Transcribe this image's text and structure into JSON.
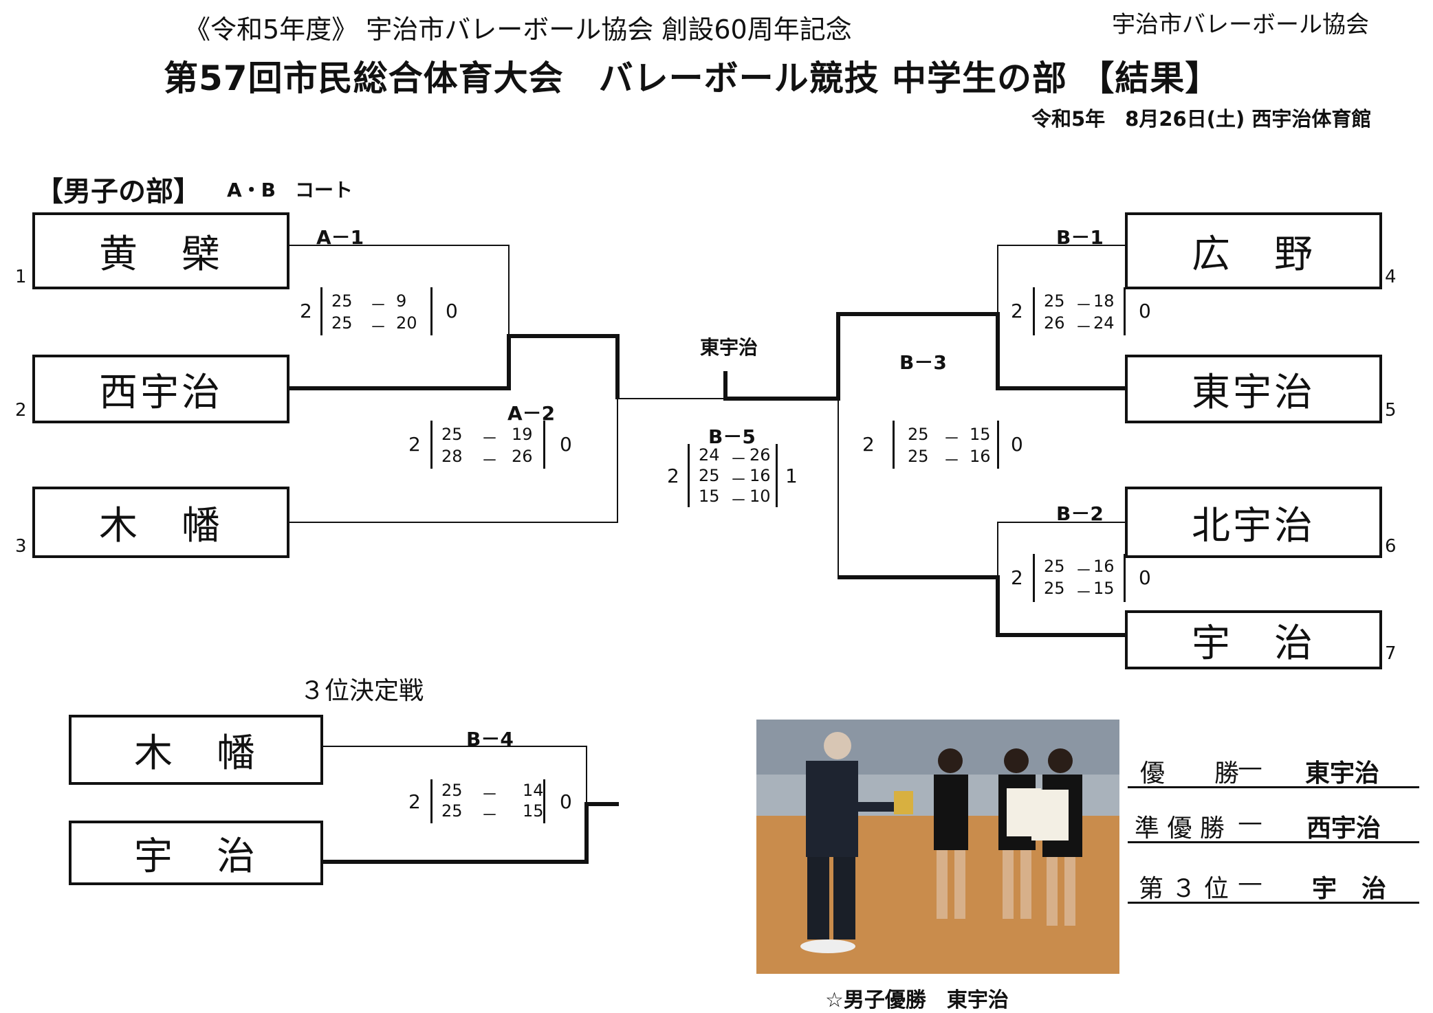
{
  "header": {
    "line1": "《令和5年度》 宇治市バレーボール協会 創設60周年記念",
    "org": "宇治市バレーボール協会",
    "title": "第57回市民総合体育大会　バレーボール競技 中学生の部 【結果】",
    "date_venue": "令和5年　8月26日(土)  西宇治体育館"
  },
  "section": {
    "title": "【男子の部】",
    "court": "A・B　コート"
  },
  "teams": [
    {
      "seed": "1",
      "name": "黄　檗"
    },
    {
      "seed": "2",
      "name": "西宇治"
    },
    {
      "seed": "3",
      "name": "木　幡"
    },
    {
      "seed": "4",
      "name": "広　野"
    },
    {
      "seed": "5",
      "name": "東宇治"
    },
    {
      "seed": "6",
      "name": "北宇治"
    },
    {
      "seed": "7",
      "name": "宇　治"
    }
  ],
  "matches": {
    "A1": {
      "label": "A－1",
      "left": "2",
      "right": "0",
      "s1a": "25",
      "s1d": "－",
      "s1b": "9",
      "s2a": "25",
      "s2d": "－",
      "s2b": "20"
    },
    "A2": {
      "label": "A－2",
      "left": "2",
      "right": "0",
      "s1a": "25",
      "s1d": "－",
      "s1b": "19",
      "s2a": "28",
      "s2d": "－",
      "s2b": "26"
    },
    "B1": {
      "label": "B－1",
      "left": "2",
      "right": "0",
      "s1a": "25",
      "s1d": "－",
      "s1b": "18",
      "s2a": "26",
      "s2d": "－",
      "s2b": "24"
    },
    "B2": {
      "label": "B－2",
      "left": "2",
      "right": "0",
      "s1a": "25",
      "s1d": "－",
      "s1b": "16",
      "s2a": "25",
      "s2d": "－",
      "s2b": "15"
    },
    "B3": {
      "label": "B－3",
      "left": "2",
      "right": "0",
      "s1a": "25",
      "s1d": "－",
      "s1b": "15",
      "s2a": "25",
      "s2d": "－",
      "s2b": "16"
    },
    "B5": {
      "label": "B－5",
      "left": "2",
      "right": "1",
      "s1a": "24",
      "s1d": "－",
      "s1b": "26",
      "s2a": "25",
      "s2d": "－",
      "s2b": "16",
      "s3a": "15",
      "s3d": "－",
      "s3b": "10"
    },
    "B4": {
      "label": "B－4",
      "left": "2",
      "right": "0",
      "s1a": "25",
      "s1d": "－",
      "s1b": "14",
      "s2a": "25",
      "s2d": "－",
      "s2b": "15"
    }
  },
  "final_winner": "東宇治",
  "third_place": {
    "title": "３位決定戦",
    "team1": "木　幡",
    "team2": "宇　治"
  },
  "photo_caption": "☆男子優勝　東宇治",
  "awards": [
    {
      "rank": "優　　勝",
      "team": "東宇治"
    },
    {
      "rank": "準 優 勝",
      "team": "西宇治"
    },
    {
      "rank": "第 ３ 位",
      "team": "宇　治"
    }
  ]
}
